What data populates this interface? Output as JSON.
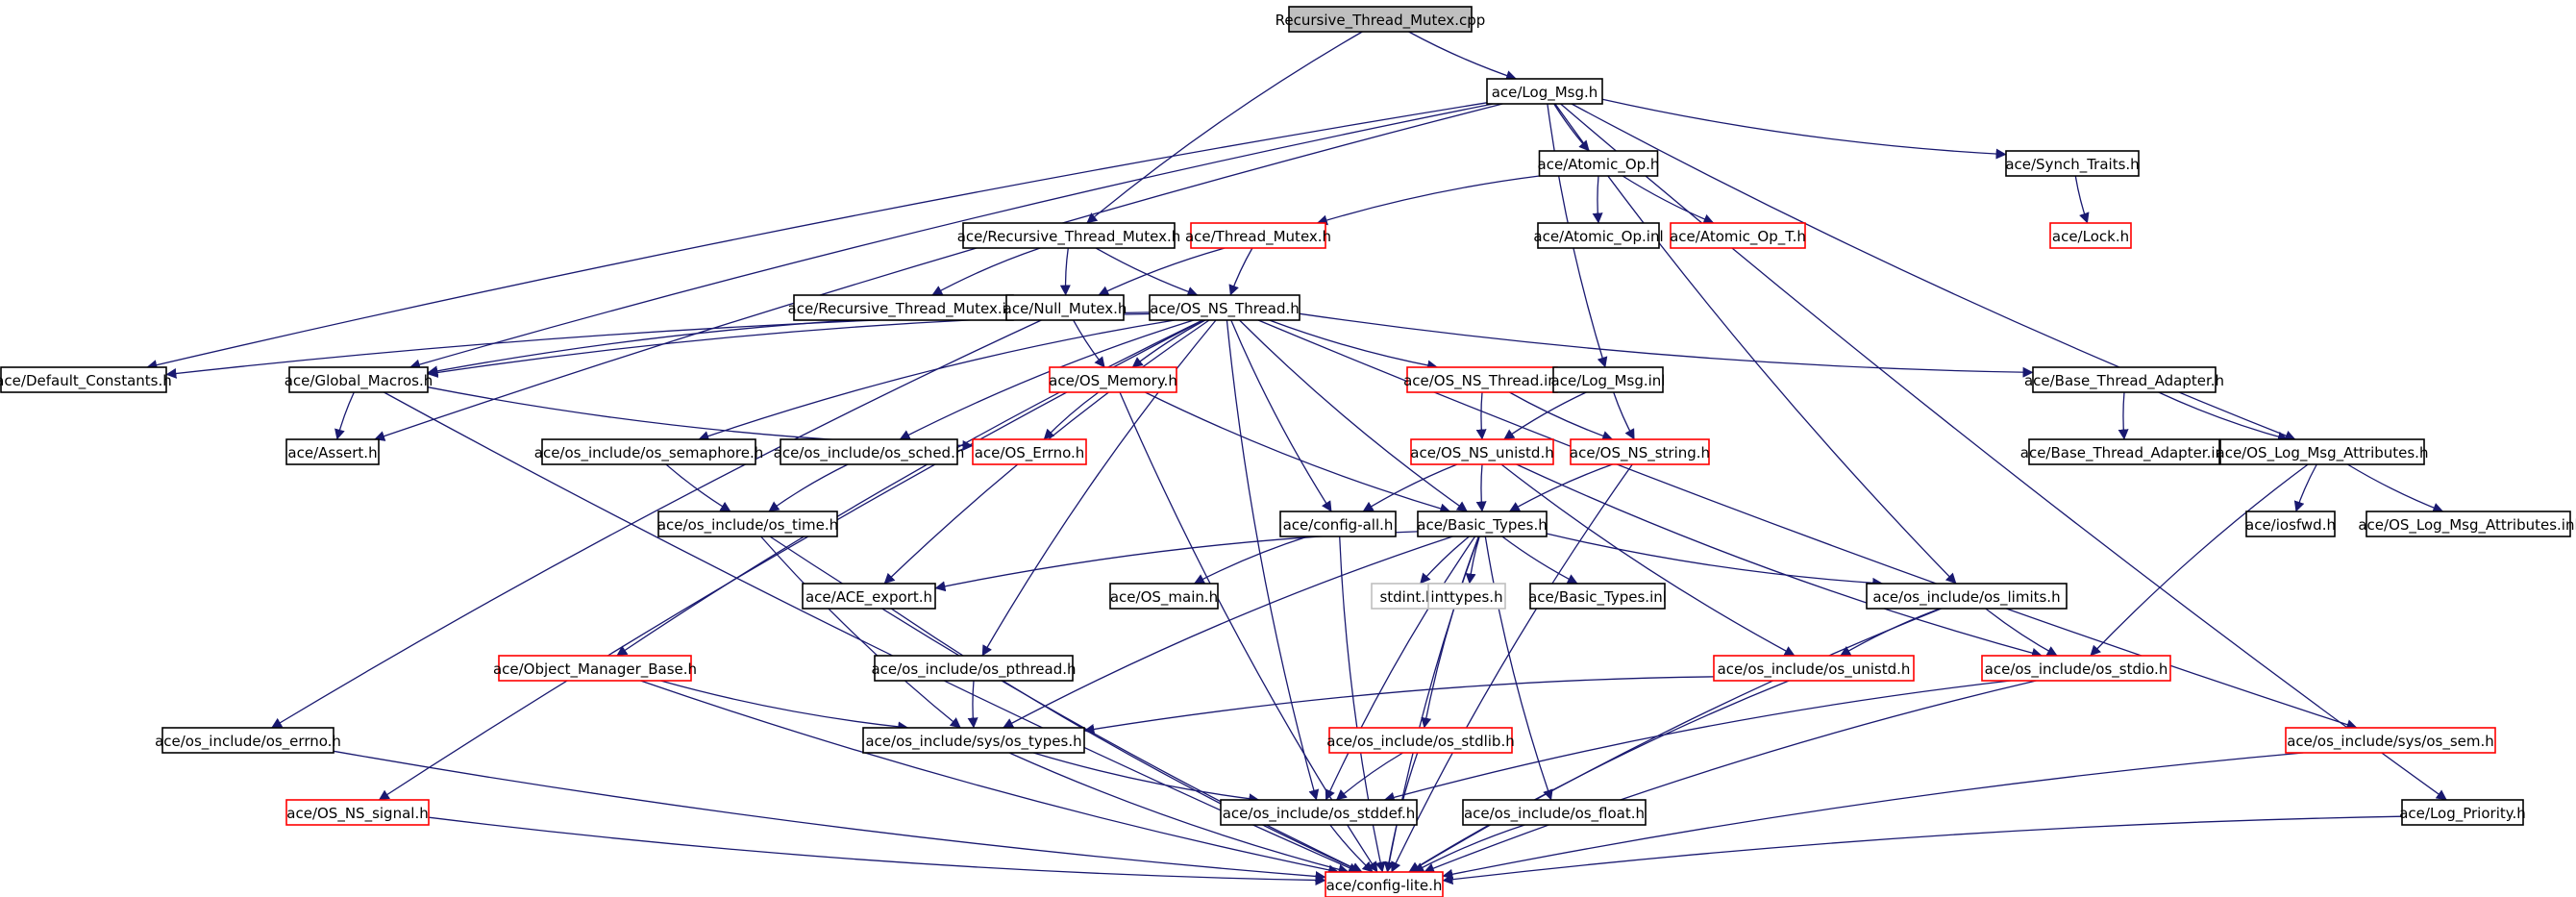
{
  "title": "Recursive_Thread_Mutex.cpp",
  "colors": {
    "edge": "#191970",
    "border_normal": "#000000",
    "border_missing": "#ff0000",
    "border_external": "#bfbfbf",
    "root_fill": "#bfbfbf"
  },
  "nodes": [
    {
      "id": "root",
      "label": "Recursive_Thread_Mutex.cpp",
      "kind": "root"
    },
    {
      "id": "logmsg",
      "label": "ace/Log_Msg.h",
      "kind": "normal"
    },
    {
      "id": "atomicop",
      "label": "ace/Atomic_Op.h",
      "kind": "normal"
    },
    {
      "id": "synchtraits",
      "label": "ace/Synch_Traits.h",
      "kind": "normal"
    },
    {
      "id": "rtm_h",
      "label": "ace/Recursive_Thread_Mutex.h",
      "kind": "normal"
    },
    {
      "id": "thread_mutex",
      "label": "ace/Thread_Mutex.h",
      "kind": "missing"
    },
    {
      "id": "atomicop_inl",
      "label": "ace/Atomic_Op.inl",
      "kind": "normal"
    },
    {
      "id": "atomicop_t",
      "label": "ace/Atomic_Op_T.h",
      "kind": "missing"
    },
    {
      "id": "lock",
      "label": "ace/Lock.h",
      "kind": "missing"
    },
    {
      "id": "rtm_inl",
      "label": "ace/Recursive_Thread_Mutex.inl",
      "kind": "normal"
    },
    {
      "id": "null_mutex",
      "label": "ace/Null_Mutex.h",
      "kind": "normal"
    },
    {
      "id": "os_ns_thread",
      "label": "ace/OS_NS_Thread.h",
      "kind": "normal"
    },
    {
      "id": "default_constants",
      "label": "ace/Default_Constants.h",
      "kind": "normal"
    },
    {
      "id": "global_macros",
      "label": "ace/Global_Macros.h",
      "kind": "normal"
    },
    {
      "id": "os_memory",
      "label": "ace/OS_Memory.h",
      "kind": "missing"
    },
    {
      "id": "os_ns_thread_inl",
      "label": "ace/OS_NS_Thread.inl",
      "kind": "missing"
    },
    {
      "id": "logmsg_inl",
      "label": "ace/Log_Msg.inl",
      "kind": "normal"
    },
    {
      "id": "base_thread_adapter",
      "label": "ace/Base_Thread_Adapter.h",
      "kind": "normal"
    },
    {
      "id": "assert",
      "label": "ace/Assert.h",
      "kind": "normal"
    },
    {
      "id": "os_semaphore",
      "label": "ace/os_include/os_semaphore.h",
      "kind": "normal"
    },
    {
      "id": "os_sched",
      "label": "ace/os_include/os_sched.h",
      "kind": "normal"
    },
    {
      "id": "os_errno_h",
      "label": "ace/OS_Errno.h",
      "kind": "missing"
    },
    {
      "id": "os_ns_unistd",
      "label": "ace/OS_NS_unistd.h",
      "kind": "missing"
    },
    {
      "id": "os_ns_string",
      "label": "ace/OS_NS_string.h",
      "kind": "missing"
    },
    {
      "id": "base_thread_adapter_inl",
      "label": "ace/Base_Thread_Adapter.inl",
      "kind": "normal"
    },
    {
      "id": "os_log_msg_attr",
      "label": "ace/OS_Log_Msg_Attributes.h",
      "kind": "normal"
    },
    {
      "id": "os_time",
      "label": "ace/os_include/os_time.h",
      "kind": "normal"
    },
    {
      "id": "config_all",
      "label": "ace/config-all.h",
      "kind": "normal"
    },
    {
      "id": "basic_types",
      "label": "ace/Basic_Types.h",
      "kind": "normal"
    },
    {
      "id": "iosfwd",
      "label": "ace/iosfwd.h",
      "kind": "normal"
    },
    {
      "id": "os_log_msg_attr_inl",
      "label": "ace/OS_Log_Msg_Attributes.inl",
      "kind": "normal"
    },
    {
      "id": "ace_export",
      "label": "ace/ACE_export.h",
      "kind": "normal"
    },
    {
      "id": "os_main",
      "label": "ace/OS_main.h",
      "kind": "normal"
    },
    {
      "id": "stdint",
      "label": "stdint.h",
      "kind": "external"
    },
    {
      "id": "inttypes",
      "label": "inttypes.h",
      "kind": "external"
    },
    {
      "id": "basic_types_inl",
      "label": "ace/Basic_Types.inl",
      "kind": "normal"
    },
    {
      "id": "os_limits",
      "label": "ace/os_include/os_limits.h",
      "kind": "normal"
    },
    {
      "id": "object_manager_base",
      "label": "ace/Object_Manager_Base.h",
      "kind": "missing"
    },
    {
      "id": "os_pthread",
      "label": "ace/os_include/os_pthread.h",
      "kind": "normal"
    },
    {
      "id": "os_unistd",
      "label": "ace/os_include/os_unistd.h",
      "kind": "missing"
    },
    {
      "id": "os_stdio",
      "label": "ace/os_include/os_stdio.h",
      "kind": "missing"
    },
    {
      "id": "os_errno",
      "label": "ace/os_include/os_errno.h",
      "kind": "normal"
    },
    {
      "id": "sys_types",
      "label": "ace/os_include/sys/os_types.h",
      "kind": "normal"
    },
    {
      "id": "os_stdlib",
      "label": "ace/os_include/os_stdlib.h",
      "kind": "missing"
    },
    {
      "id": "sys_sem",
      "label": "ace/os_include/sys/os_sem.h",
      "kind": "missing"
    },
    {
      "id": "os_ns_signal",
      "label": "ace/OS_NS_signal.h",
      "kind": "missing"
    },
    {
      "id": "os_stddef",
      "label": "ace/os_include/os_stddef.h",
      "kind": "normal"
    },
    {
      "id": "os_float",
      "label": "ace/os_include/os_float.h",
      "kind": "normal"
    },
    {
      "id": "log_priority",
      "label": "ace/Log_Priority.h",
      "kind": "normal"
    },
    {
      "id": "config_lite",
      "label": "ace/config-lite.h",
      "kind": "missing"
    }
  ],
  "edges": [
    [
      "root",
      "logmsg"
    ],
    [
      "root",
      "rtm_h"
    ],
    [
      "logmsg",
      "atomicop"
    ],
    [
      "logmsg",
      "synchtraits"
    ],
    [
      "logmsg",
      "default_constants"
    ],
    [
      "logmsg",
      "global_macros"
    ],
    [
      "logmsg",
      "assert"
    ],
    [
      "logmsg",
      "logmsg_inl"
    ],
    [
      "logmsg",
      "os_limits"
    ],
    [
      "logmsg",
      "os_log_msg_attr"
    ],
    [
      "logmsg",
      "log_priority"
    ],
    [
      "atomicop",
      "thread_mutex"
    ],
    [
      "atomicop",
      "atomicop_inl"
    ],
    [
      "atomicop",
      "atomicop_t"
    ],
    [
      "synchtraits",
      "lock"
    ],
    [
      "rtm_h",
      "rtm_inl"
    ],
    [
      "rtm_h",
      "null_mutex"
    ],
    [
      "rtm_h",
      "os_ns_thread"
    ],
    [
      "thread_mutex",
      "null_mutex"
    ],
    [
      "thread_mutex",
      "os_ns_thread"
    ],
    [
      "null_mutex",
      "global_macros"
    ],
    [
      "null_mutex",
      "os_memory"
    ],
    [
      "null_mutex",
      "os_errno"
    ],
    [
      "os_ns_thread",
      "global_macros"
    ],
    [
      "os_ns_thread",
      "default_constants"
    ],
    [
      "os_ns_thread",
      "os_memory"
    ],
    [
      "os_ns_thread",
      "os_ns_thread_inl"
    ],
    [
      "os_ns_thread",
      "base_thread_adapter"
    ],
    [
      "os_ns_thread",
      "os_semaphore"
    ],
    [
      "os_ns_thread",
      "os_sched"
    ],
    [
      "os_ns_thread",
      "config_all"
    ],
    [
      "os_ns_thread",
      "basic_types"
    ],
    [
      "os_ns_thread",
      "ace_export"
    ],
    [
      "os_ns_thread",
      "object_manager_base"
    ],
    [
      "os_ns_thread",
      "os_pthread"
    ],
    [
      "os_ns_thread",
      "os_ns_signal"
    ],
    [
      "os_ns_thread",
      "os_stddef"
    ],
    [
      "os_ns_thread",
      "sys_sem"
    ],
    [
      "global_macros",
      "assert"
    ],
    [
      "global_macros",
      "os_errno_h"
    ],
    [
      "global_macros",
      "config_lite"
    ],
    [
      "os_memory",
      "os_errno_h"
    ],
    [
      "os_memory",
      "basic_types"
    ],
    [
      "os_memory",
      "config_lite"
    ],
    [
      "os_ns_thread_inl",
      "os_ns_unistd"
    ],
    [
      "os_ns_thread_inl",
      "os_ns_string"
    ],
    [
      "logmsg_inl",
      "os_ns_unistd"
    ],
    [
      "logmsg_inl",
      "os_ns_string"
    ],
    [
      "base_thread_adapter",
      "base_thread_adapter_inl"
    ],
    [
      "base_thread_adapter",
      "os_log_msg_attr"
    ],
    [
      "os_semaphore",
      "os_time"
    ],
    [
      "os_sched",
      "os_time"
    ],
    [
      "os_ns_unistd",
      "config_all"
    ],
    [
      "os_ns_unistd",
      "basic_types"
    ],
    [
      "os_ns_unistd",
      "os_unistd"
    ],
    [
      "os_ns_unistd",
      "os_stdio"
    ],
    [
      "os_ns_string",
      "basic_types"
    ],
    [
      "os_ns_string",
      "config_lite"
    ],
    [
      "os_log_msg_attr",
      "iosfwd"
    ],
    [
      "os_log_msg_attr",
      "os_log_msg_attr_inl"
    ],
    [
      "os_log_msg_attr",
      "os_stdio"
    ],
    [
      "os_time",
      "sys_types"
    ],
    [
      "os_time",
      "config_lite"
    ],
    [
      "config_all",
      "os_main"
    ],
    [
      "config_all",
      "config_lite"
    ],
    [
      "basic_types",
      "ace_export"
    ],
    [
      "basic_types",
      "stdint"
    ],
    [
      "basic_types",
      "inttypes"
    ],
    [
      "basic_types",
      "basic_types_inl"
    ],
    [
      "basic_types",
      "os_limits"
    ],
    [
      "basic_types",
      "sys_types"
    ],
    [
      "basic_types",
      "os_stdlib"
    ],
    [
      "basic_types",
      "os_float"
    ],
    [
      "basic_types",
      "os_stddef"
    ],
    [
      "basic_types",
      "config_lite"
    ],
    [
      "ace_export",
      "config_lite"
    ],
    [
      "os_limits",
      "os_unistd"
    ],
    [
      "os_limits",
      "os_stdio"
    ],
    [
      "os_limits",
      "config_lite"
    ],
    [
      "object_manager_base",
      "sys_types"
    ],
    [
      "object_manager_base",
      "config_lite"
    ],
    [
      "os_pthread",
      "sys_types"
    ],
    [
      "os_unistd",
      "sys_types"
    ],
    [
      "os_unistd",
      "config_lite"
    ],
    [
      "os_stdio",
      "os_stddef"
    ],
    [
      "os_stdio",
      "config_lite"
    ],
    [
      "os_errno",
      "config_lite"
    ],
    [
      "sys_types",
      "os_stddef"
    ],
    [
      "sys_types",
      "config_lite"
    ],
    [
      "os_stdlib",
      "os_stddef"
    ],
    [
      "os_stdlib",
      "config_lite"
    ],
    [
      "sys_sem",
      "config_lite"
    ],
    [
      "os_ns_signal",
      "config_lite"
    ],
    [
      "os_stddef",
      "config_lite"
    ],
    [
      "os_float",
      "config_lite"
    ],
    [
      "log_priority",
      "config_lite"
    ]
  ]
}
